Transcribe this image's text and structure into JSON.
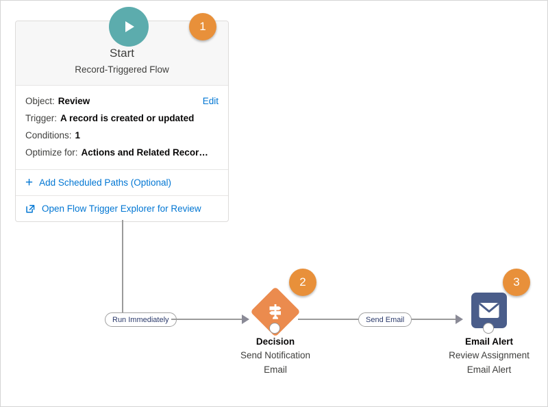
{
  "colors": {
    "start_accent": "#5cacad",
    "badge": "#e8903a",
    "decision": "#eb8b4e",
    "email_alert": "#4a5d8a",
    "link": "#0176d3",
    "connector": "#9a9a9a"
  },
  "start_card": {
    "icon": "play-icon",
    "title": "Start",
    "subtitle": "Record-Triggered Flow",
    "details": [
      {
        "label": "Object:",
        "value": "Review"
      },
      {
        "label": "Trigger:",
        "value": "A record is created or updated"
      },
      {
        "label": "Conditions:",
        "value": "1"
      },
      {
        "label": "Optimize for:",
        "value": "Actions and Related Recor…"
      }
    ],
    "edit_label": "Edit",
    "links": [
      {
        "icon": "plus-icon",
        "label": "Add Scheduled Paths (Optional)"
      },
      {
        "icon": "external-link-icon",
        "label": "Open Flow Trigger Explorer for Review"
      }
    ]
  },
  "connectors": [
    {
      "label": "Run Immediately"
    },
    {
      "label": "Send Email"
    }
  ],
  "nodes": [
    {
      "icon": "decision-signpost-icon",
      "title": "Decision",
      "subtitle_line1": "Send Notification",
      "subtitle_line2": "Email"
    },
    {
      "icon": "email-envelope-icon",
      "title": "Email Alert",
      "subtitle_line1": "Review Assignment",
      "subtitle_line2": "Email Alert"
    }
  ],
  "badges": [
    {
      "number": "1"
    },
    {
      "number": "2"
    },
    {
      "number": "3"
    }
  ]
}
